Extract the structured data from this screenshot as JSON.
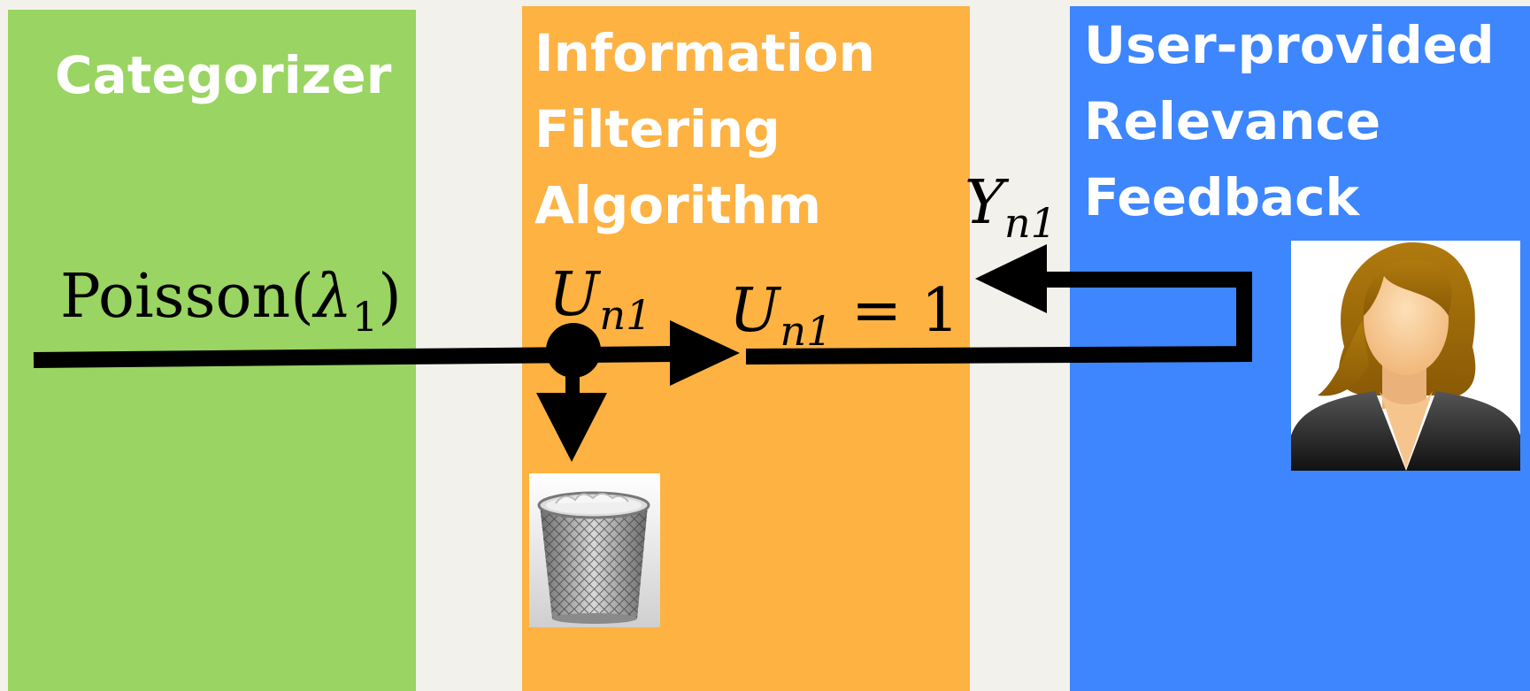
{
  "panels": {
    "categorizer": {
      "title_lines": [
        "Categorizer"
      ],
      "color": "#9ad462"
    },
    "filtering": {
      "title_lines": [
        "Information",
        "Filtering",
        "Algorithm"
      ],
      "color": "#fdb242"
    },
    "feedback": {
      "title_lines": [
        "User-provided",
        "Relevance",
        "Feedback"
      ],
      "color": "#3d86fd"
    }
  },
  "labels": {
    "poisson": {
      "func": "Poisson(",
      "symbol": "λ",
      "sub": "1",
      "close": ")"
    },
    "u_n1": {
      "symbol": "U",
      "sub": "n1"
    },
    "u_n1_eq": {
      "symbol": "U",
      "sub": "n1",
      "rhs": " = 1"
    },
    "y_n1": {
      "symbol": "Y",
      "sub": "n1"
    }
  },
  "icons": {
    "trash": "trash-can-icon",
    "user": "user-avatar-icon"
  },
  "colors": {
    "arrow": "#000000",
    "text_on_panel": "#ffffff"
  }
}
